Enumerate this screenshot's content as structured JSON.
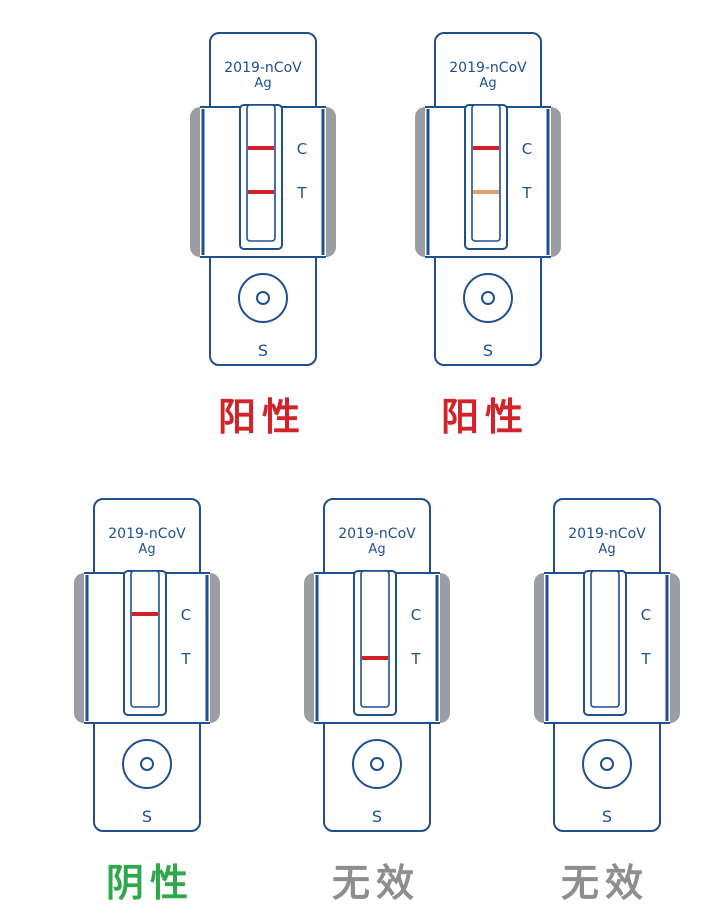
{
  "colors": {
    "outline": "#1f4f8f",
    "grey_band": "#9a9ea3",
    "line_red": "#d0202a",
    "line_faint": "#e0a070",
    "positive": "#d2232a",
    "negative": "#2ea84a",
    "invalid": "#8e8e8e"
  },
  "cassettes": [
    {
      "title": "2019-nCoV",
      "subtitle": "Ag",
      "c_label": "C",
      "t_label": "T",
      "s_label": "S",
      "c_line": "red",
      "t_line": "red",
      "result": "阳性",
      "result_type": "positive"
    },
    {
      "title": "2019-nCoV",
      "subtitle": "Ag",
      "c_label": "C",
      "t_label": "T",
      "s_label": "S",
      "c_line": "red",
      "t_line": "faint",
      "result": "阳性",
      "result_type": "positive"
    },
    {
      "title": "2019-nCoV",
      "subtitle": "Ag",
      "c_label": "C",
      "t_label": "T",
      "s_label": "S",
      "c_line": "red",
      "t_line": "none",
      "result": "阴性",
      "result_type": "negative"
    },
    {
      "title": "2019-nCoV",
      "subtitle": "Ag",
      "c_label": "C",
      "t_label": "T",
      "s_label": "S",
      "c_line": "none",
      "t_line": "red",
      "result": "无效",
      "result_type": "invalid"
    },
    {
      "title": "2019-nCoV",
      "subtitle": "Ag",
      "c_label": "C",
      "t_label": "T",
      "s_label": "S",
      "c_line": "none",
      "t_line": "none",
      "result": "无效",
      "result_type": "invalid"
    }
  ]
}
